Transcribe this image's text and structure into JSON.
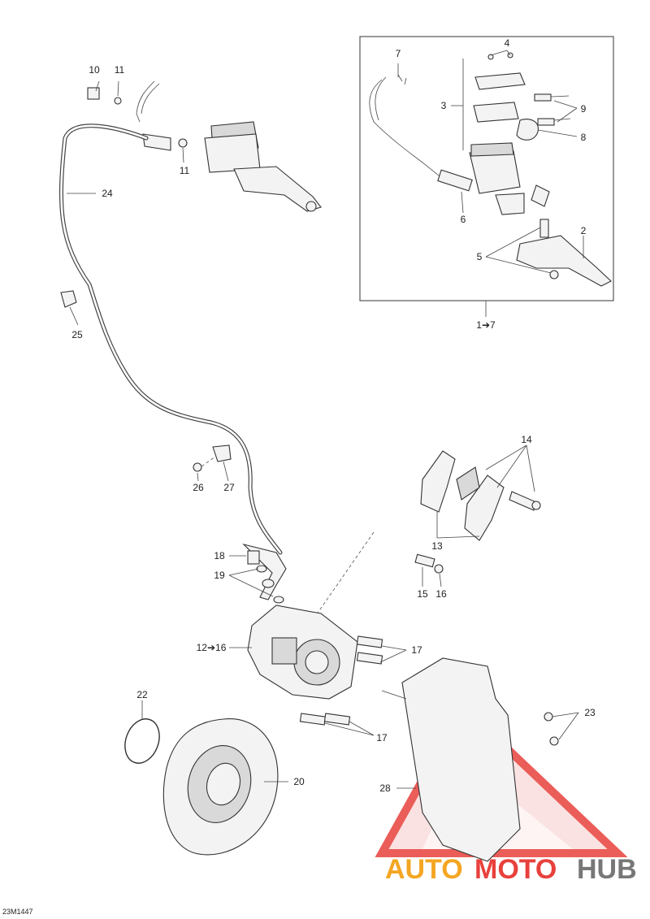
{
  "callouts": {
    "c1": "10",
    "c2": "11",
    "c3": "11",
    "c4": "24",
    "c5": "25",
    "c6": "7",
    "c7": "4",
    "c8": "3",
    "c9": "9",
    "c10": "8",
    "c11": "6",
    "c12": "2",
    "c13": "5",
    "c14": "1➔7",
    "c15": "14",
    "c16": "13",
    "c17": "26",
    "c18": "27",
    "c19": "18",
    "c20": "19",
    "c21": "15",
    "c22": "16",
    "c23": "12➔16",
    "c24": "17",
    "c25": "17",
    "c26": "22",
    "c27": "20",
    "c28": "23",
    "c29": "28"
  },
  "watermark": {
    "part1": "AUTO",
    "part2": "MOTO",
    "part3": "HUB",
    "color": "#e8413c"
  },
  "drawing_code": "23M1447"
}
